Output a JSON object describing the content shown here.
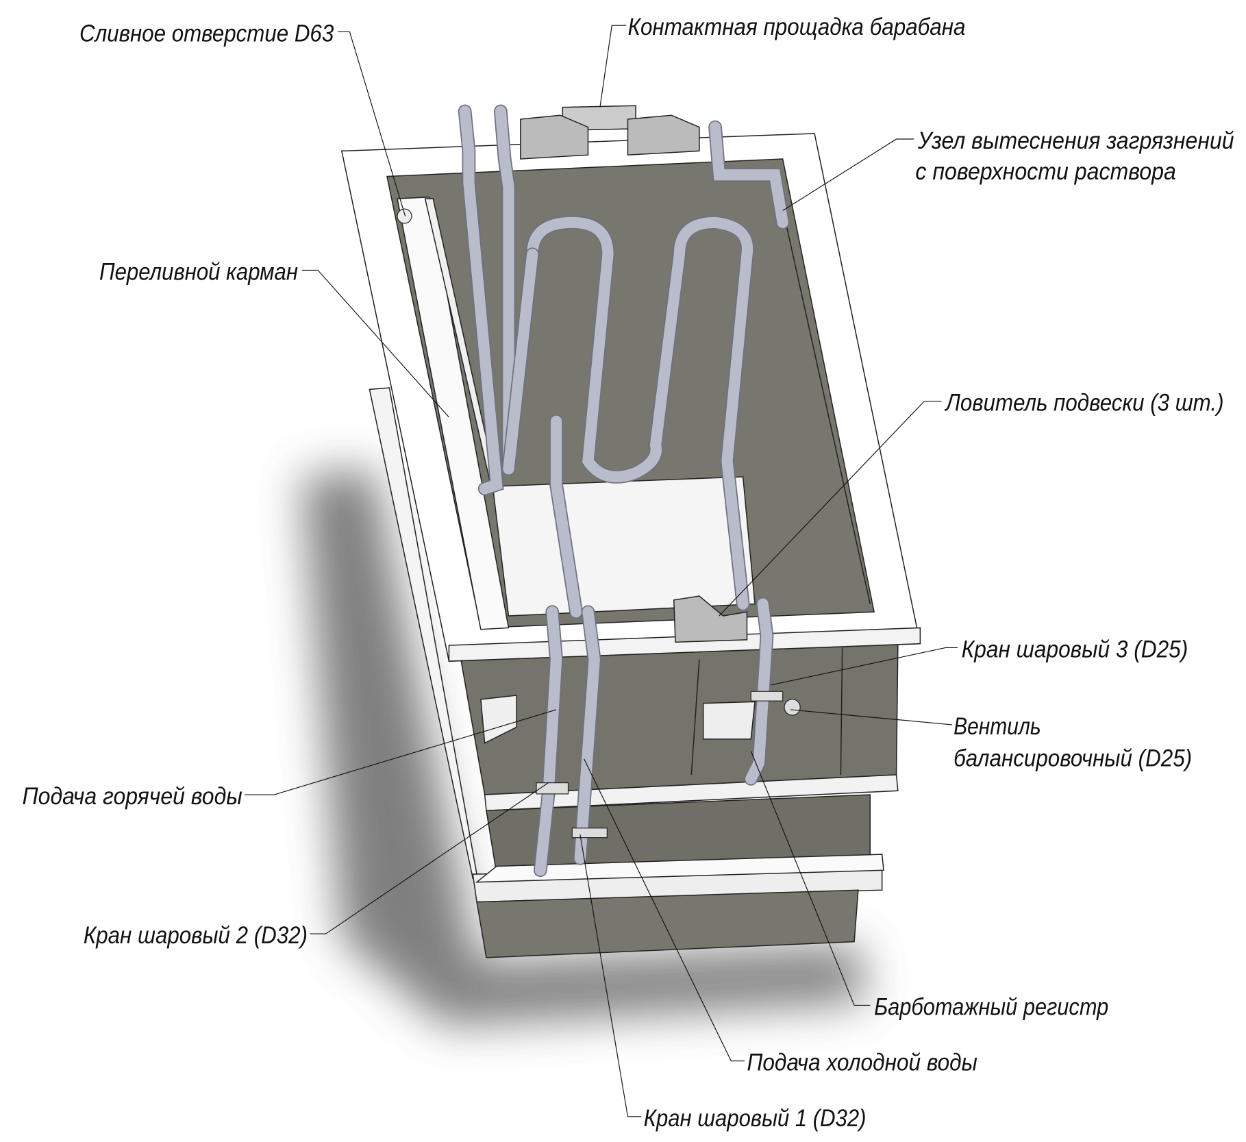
{
  "diagram": {
    "type": "technical-3d-callout",
    "labels": {
      "drain_hole": "Сливное отверстие D63",
      "drum_contact_pad": "Контактная прощадка барабана",
      "contaminant_displacement_1": "Узел вытеснения загрязнений",
      "contaminant_displacement_2": "с поверхности раствора",
      "overflow_pocket": "Переливной карман",
      "hanger_catcher": "Ловитель подвески (3 шт.)",
      "ball_valve_3": "Кран шаровый 3 (D25)",
      "balancing_valve_1": "Вентиль",
      "balancing_valve_2": "балансировочный (D25)",
      "hot_water_supply": "Подача горячей воды",
      "ball_valve_2": "Кран шаровый 2 (D32)",
      "bubbling_register": "Барботажный регистр",
      "cold_water_supply": "Подача холодной воды",
      "ball_valve_1": "Кран шаровый 1 (D32)"
    },
    "colors": {
      "tank_frame": "#ffffff",
      "tank_wall": "#7a7a70",
      "pipe": "#b9bccb",
      "shadow": "#555555",
      "text": "#111111"
    }
  }
}
